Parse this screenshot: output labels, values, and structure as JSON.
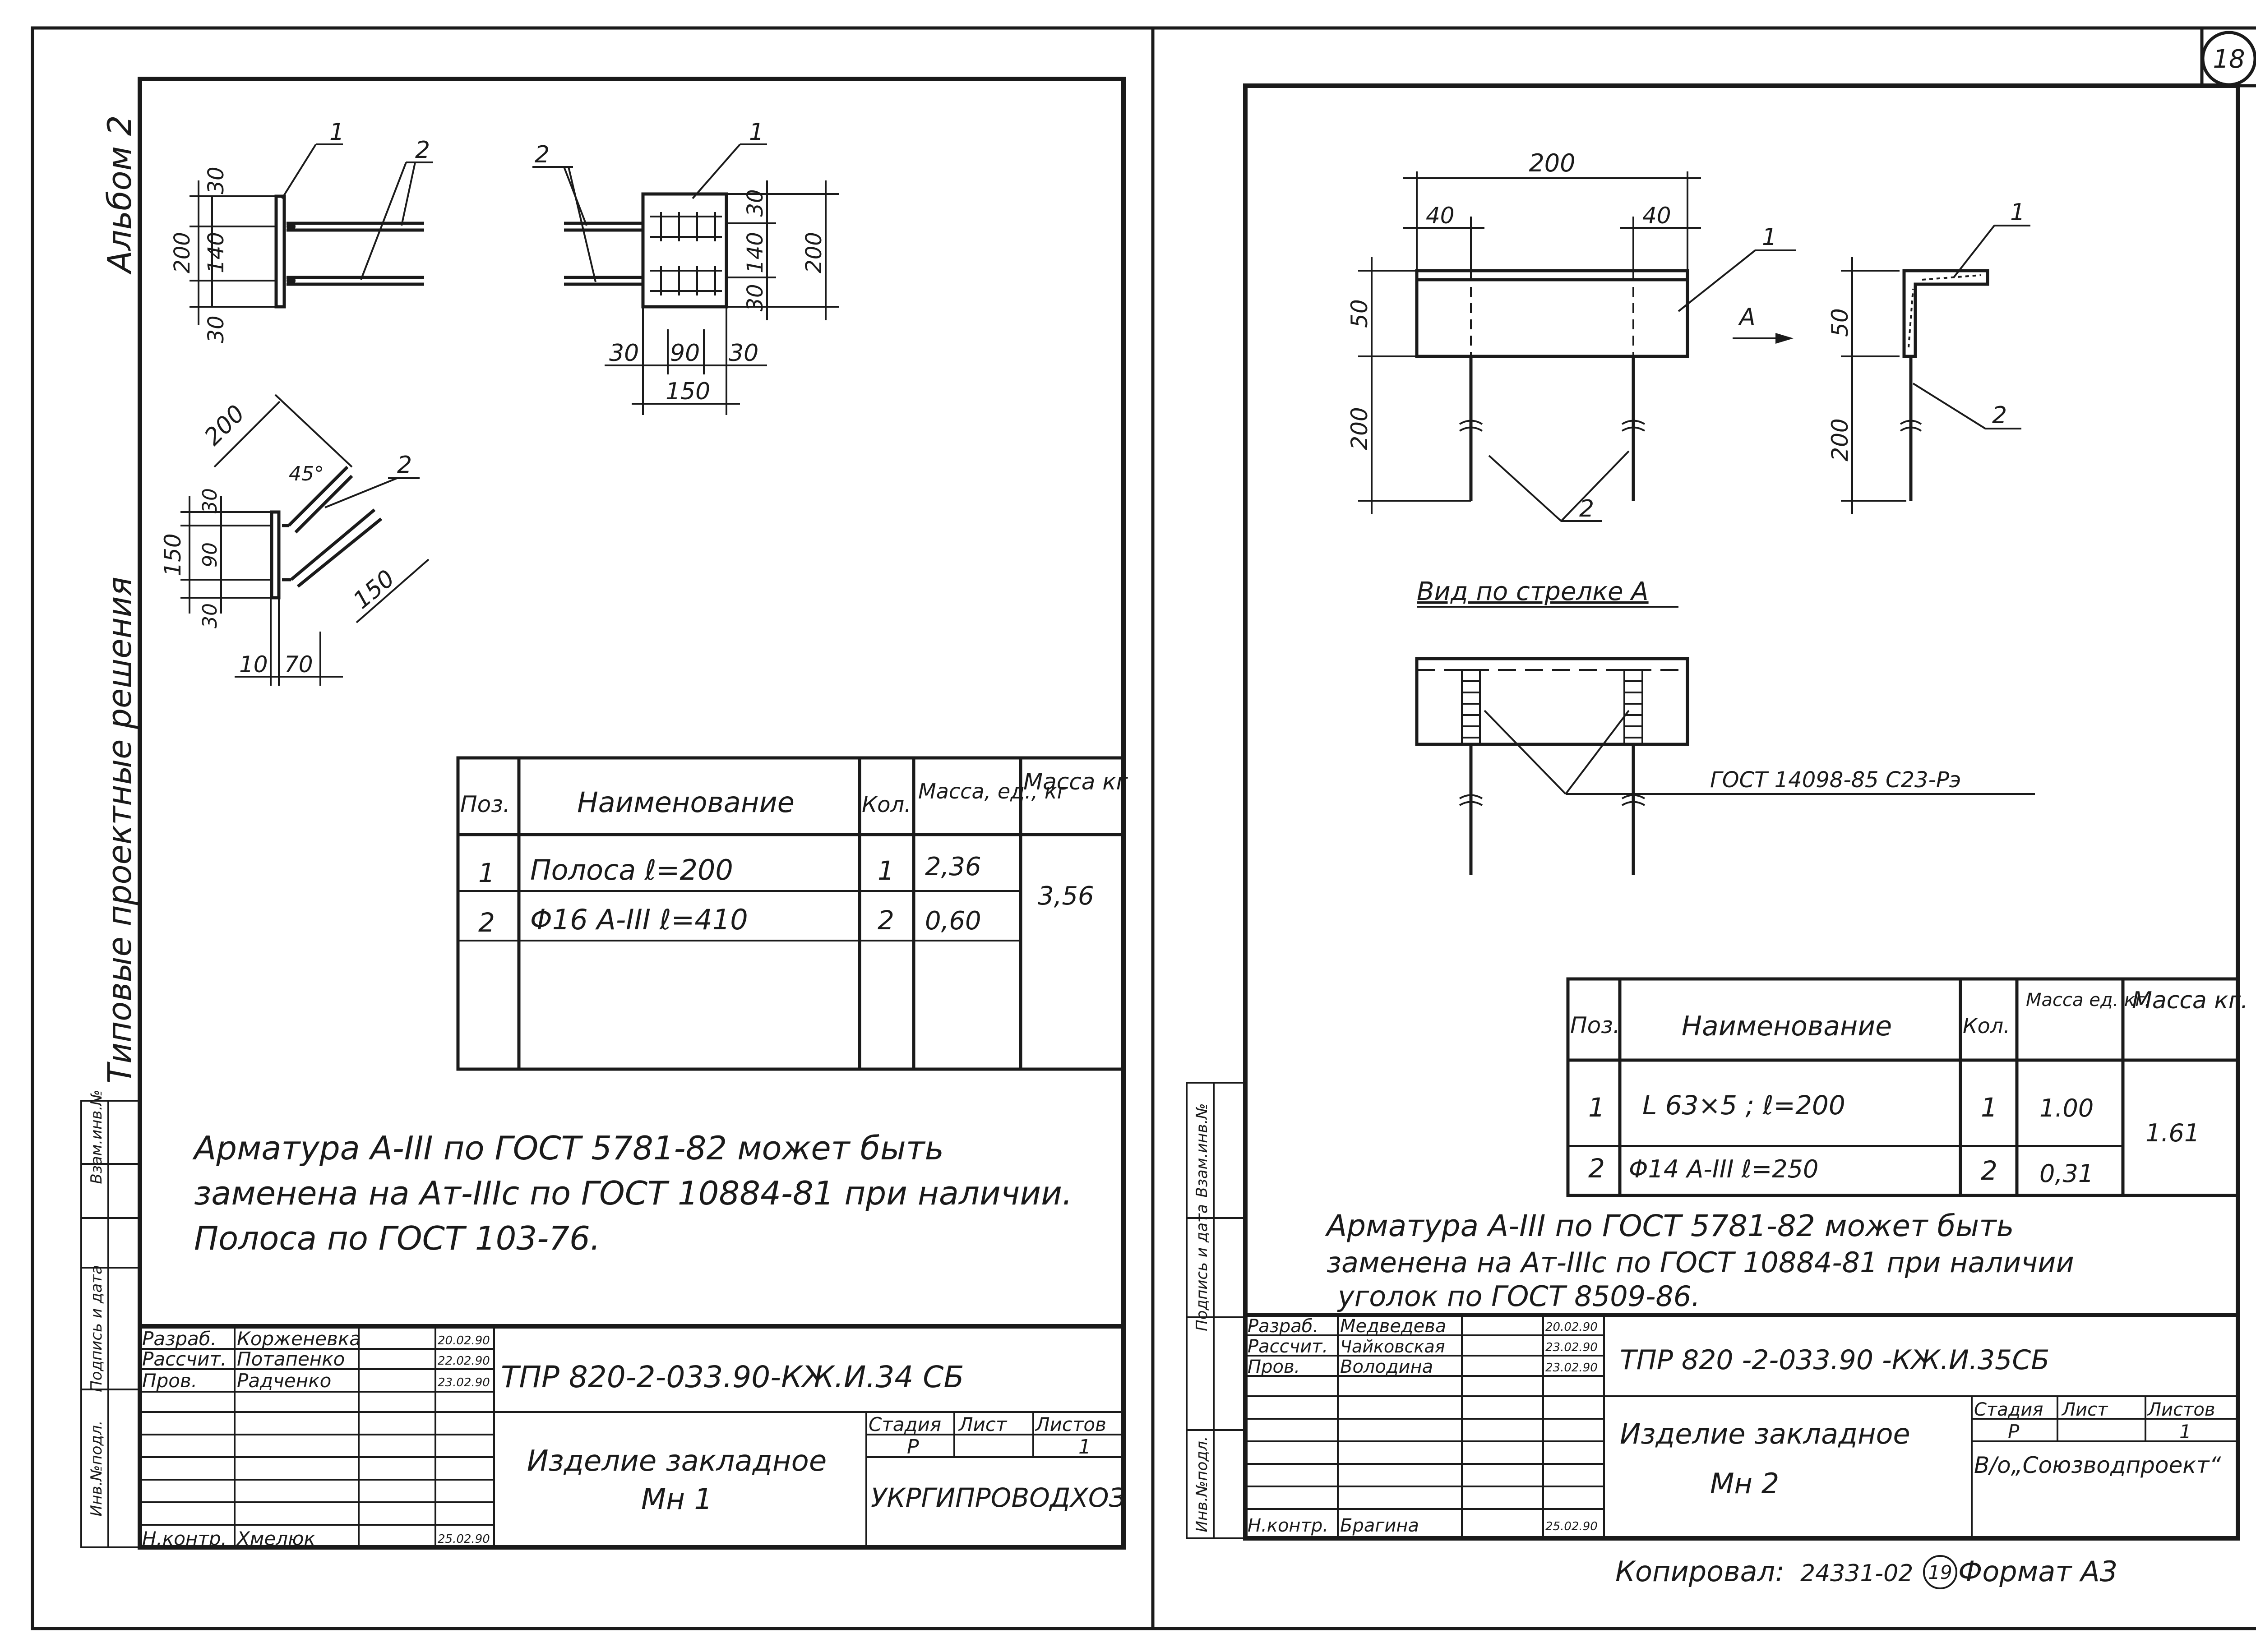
{
  "left_sheet": {
    "side_stamp": {
      "album": "Альбом 2",
      "series": "Типовые проектные решения",
      "cells": [
        "Инв.№подл.",
        "Подпись и дата",
        "Взам.инв.№"
      ]
    },
    "drawing1": {
      "pos1": "1",
      "pos2": "2",
      "dims": [
        "200",
        "30",
        "140",
        "30"
      ]
    },
    "drawing2": {
      "pos1": "1",
      "pos2": "2",
      "dims_v": [
        "30",
        "140",
        "30",
        "200"
      ],
      "dims_h": [
        "30",
        "90",
        "30",
        "150"
      ]
    },
    "drawing3": {
      "pos2": "2",
      "dims": [
        "200",
        "45°",
        "150",
        "30",
        "90",
        "30",
        "150",
        "10",
        "70"
      ]
    },
    "spec": {
      "headers": [
        "Поз.",
        "Наименование",
        "Кол.",
        "Масса, ед., кг",
        "Масса кг"
      ],
      "rows": [
        {
          "pos": "1",
          "name": "Полоса   ℓ=200",
          "qty": "1",
          "mass": "2,36"
        },
        {
          "pos": "2",
          "name": "Φ16 A-III   ℓ=410",
          "qty": "2",
          "mass": "0,60"
        }
      ],
      "total": "3,56"
    },
    "notes": [
      "Арматура А-III по ГОСТ 5781-82 может быть",
      "заменена на Ат-IIIс по ГОСТ 10884-81 при наличии.",
      "Полоса   по   ГОСТ   103-76."
    ],
    "title_block": {
      "roles": [
        "Разраб.",
        "Рассчит.",
        "Пров.",
        "",
        "",
        "",
        "",
        "Н.контр."
      ],
      "names": [
        "Корженевка",
        "Потапенко",
        "Радченко",
        "",
        "",
        "",
        "",
        "Хмелюк"
      ],
      "dates": [
        "20.02.90",
        "22.02.90",
        "23.02.90",
        "",
        "",
        "",
        "",
        "25.02.90"
      ],
      "code": "ТПР 820-2-033.90-КЖ.И.34 СБ",
      "title": "Изделие закладное",
      "subtitle": "Мн 1",
      "stage_headers": [
        "Стадия",
        "Лист",
        "Листов"
      ],
      "stage": "Р",
      "sheet": "",
      "sheets": "1",
      "org": "УКРГИПРОВОДХОЗ"
    }
  },
  "right_sheet": {
    "page_number": "18",
    "side_stamp": {
      "cells": [
        "Инв.№подл.",
        "Подпись и дата",
        "Взам.инв.№"
      ]
    },
    "front_view": {
      "dims": [
        "200",
        "40",
        "40",
        "50",
        "200"
      ],
      "pos1": "1",
      "pos2": "2",
      "arrow": "А"
    },
    "side_view": {
      "dims": [
        "50",
        "200"
      ],
      "pos1": "1",
      "pos2": "2"
    },
    "view_a": {
      "caption": "Вид по стрелке А",
      "weld": "ГОСТ  14098-85  С23-Рэ"
    },
    "spec": {
      "headers": [
        "Поз.",
        "Наименование",
        "Кол.",
        "Масса ед. кг.",
        "Масса кг."
      ],
      "rows": [
        {
          "pos": "1",
          "name": "L  63×5 ;      ℓ=200",
          "qty": "1",
          "mass": "1.00"
        },
        {
          "pos": "2",
          "name": "Φ14 A-III      ℓ=250",
          "qty": "2",
          "mass": "0,31"
        }
      ],
      "total": "1.61"
    },
    "notes": [
      "Арматура А-III  по  ГОСТ  5781-82 может быть",
      "заменена  на Ат-IIIс по ГОСТ 10884-81 при наличии",
      "уголок  по  ГОСТ 8509-86."
    ],
    "title_block": {
      "roles": [
        "Разраб.",
        "Рассчит.",
        "Пров.",
        "",
        "",
        "",
        "",
        "Н.контр."
      ],
      "names": [
        "Медведева",
        "Чайковская",
        "Володина",
        "",
        "",
        "",
        "",
        "Брагина"
      ],
      "dates": [
        "20.02.90",
        "23.02.90",
        "23.02.90",
        "",
        "",
        "",
        "",
        "25.02.90"
      ],
      "code": "ТПР 820 -2-033.90 -КЖ.И.35СБ",
      "title": "Изделие закладное",
      "subtitle": "Мн 2",
      "stage_headers": [
        "Стадия",
        "Лист",
        "Листов"
      ],
      "stage": "Р",
      "sheet": "",
      "sheets": "1",
      "org": "В/о„Союзводпроект“"
    },
    "footer": {
      "copied": "Копировал:",
      "number": "24331-02",
      "circle": "19",
      "format": "Формат А3"
    }
  }
}
